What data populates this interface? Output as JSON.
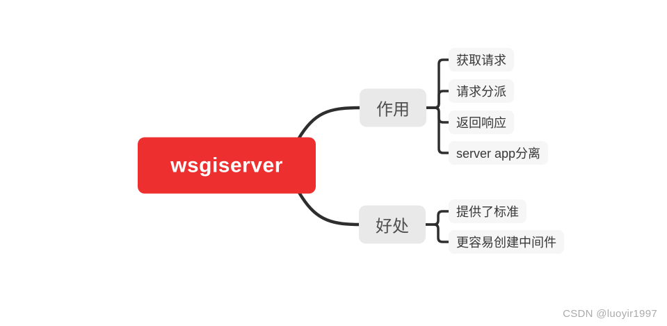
{
  "diagram": {
    "type": "mindmap",
    "root": {
      "label": "wsgiserver"
    },
    "branches": [
      {
        "label": "作用",
        "children": [
          {
            "label": "获取请求"
          },
          {
            "label": "请求分派"
          },
          {
            "label": "返回响应"
          },
          {
            "label": "server app分离"
          }
        ]
      },
      {
        "label": "好处",
        "children": [
          {
            "label": "提供了标准"
          },
          {
            "label": "更容易创建中间件"
          }
        ]
      }
    ]
  },
  "watermark": {
    "text": "CSDN @luoyir1997"
  },
  "colors": {
    "root_bg": "#ED2F2F",
    "root_text": "#FFFFFF",
    "branch_bg": "#E9E9E9",
    "branch_text": "#4F4F4F",
    "leaf_bg": "#F6F6F6",
    "leaf_text": "#383838",
    "line": "#2E2E2E",
    "watermark": "#ABABAB",
    "background": "#FFFFFF"
  }
}
